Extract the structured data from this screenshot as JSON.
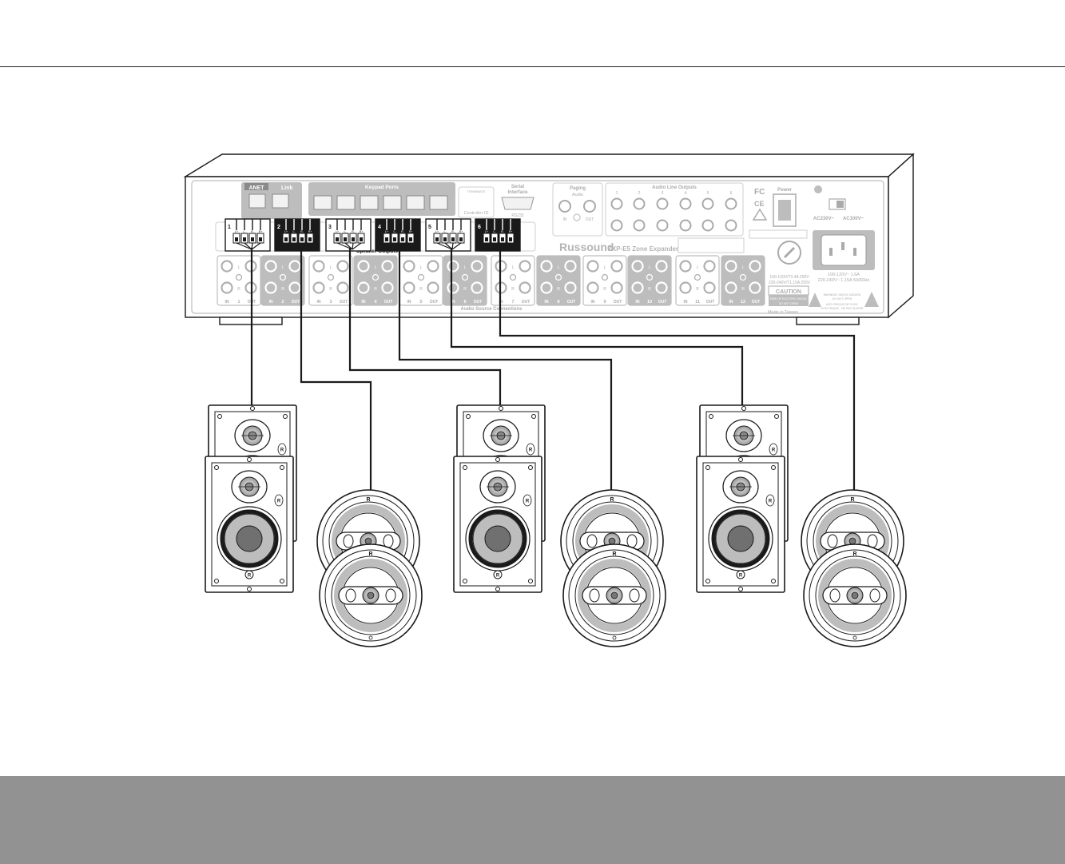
{
  "panel": {
    "anet_logo": "ANET",
    "link_label": "Link",
    "keypad_ports_label": "Keypad Ports",
    "terminate_label": "TERMINATE",
    "controller_id_label": "Controller ID",
    "serial_label": "Serial",
    "interface_label": "Interface",
    "rs232_label": "RS232",
    "paging_label": "Paging",
    "paging_audio_label": "Audio",
    "in_label": "IN",
    "out_label": "OUT",
    "audio_line_outputs_label": "Audio Line Outputs",
    "power_label": "Power",
    "fc_mark": "FC",
    "ce_mark": "CE",
    "ac_left_label": "AC230V~",
    "ac_right_label": "AC100V~",
    "brand": "Russound",
    "model": "ZXP-E5 Zone Expander",
    "speaker_outputs_label": "Speaker Outputs",
    "audio_source_connections_label": "Audio Source Connections",
    "fuse_line1": "100-120V/T3.4A 250V",
    "fuse_line2": "220-240V/T1.15A 250V",
    "caution_label": "CAUTION",
    "caution_line1": "RISK OF ELECTRIC SHOCK",
    "caution_line2": "DO NOT OPEN",
    "power_spec_line1": "100-120V~ 1.6A",
    "power_spec_line2": "220-240V~ 1.15A    50/60Hz",
    "made_in": "Made in Taiwan",
    "warning_line1": "WARNING: SHOCK HAZARD",
    "warning_line2": "DO NOT OPEN",
    "warning_line3": "AVIS: RISQUE DE CHOC",
    "warning_line4": "ELECTRIQUE - NE PAS OUVRIR"
  },
  "speaker_output_numbers": [
    "1",
    "2",
    "3",
    "4",
    "5",
    "6"
  ],
  "terminal_labels": [
    "L+",
    "L-",
    "R-",
    "R+"
  ],
  "audio_line_output_numbers": [
    "1",
    "2",
    "3",
    "4",
    "5",
    "6"
  ],
  "source_zone_numbers": [
    "1",
    "2",
    "3",
    "4",
    "5",
    "6",
    "7",
    "8",
    "9",
    "10",
    "11",
    "12"
  ],
  "source_jack_labels": {
    "left": "L",
    "right": "R",
    "in": "IN",
    "out": "OUT"
  },
  "speaker_badge": "R",
  "colors": {
    "line": "#1a1a1a",
    "panel_gray": "#bdbdbd",
    "light_gray": "#e2e2e2",
    "dark_label": "#333333",
    "woofer": "#707070",
    "footer": "#929292"
  }
}
